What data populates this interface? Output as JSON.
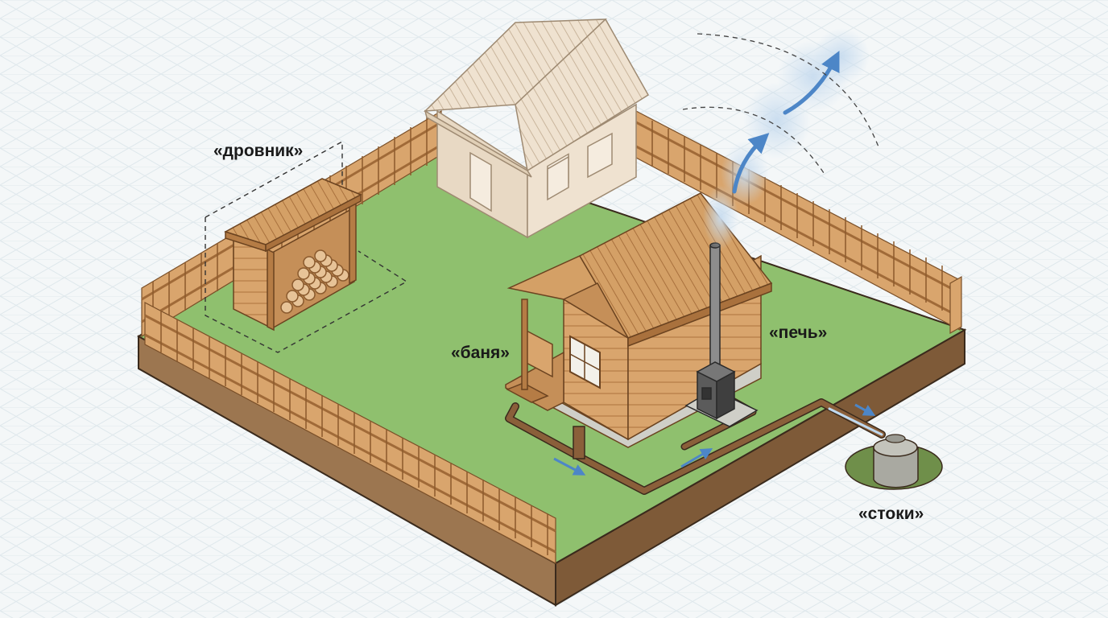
{
  "labels": {
    "woodshed": "«дровник»",
    "bathhouse": "«баня»",
    "stove": "«печь»",
    "drain": "«стоки»"
  },
  "colors": {
    "background": "#f4f7f8",
    "grid": "#dfe8ec",
    "lawn": "#8fc06e",
    "soil": "#9c7650",
    "soil_dark": "#7e5a38",
    "wood": "#d9a56d",
    "wood_dark": "#b57c45",
    "house_ghost": "#efe2d0",
    "stove": "#5b5b5b",
    "pipe": "#8a5f3a",
    "tank": "#a9a9a1",
    "smoke": "#c8dcef",
    "arrow": "#4d86c7",
    "outline": "#3a2a1c"
  }
}
